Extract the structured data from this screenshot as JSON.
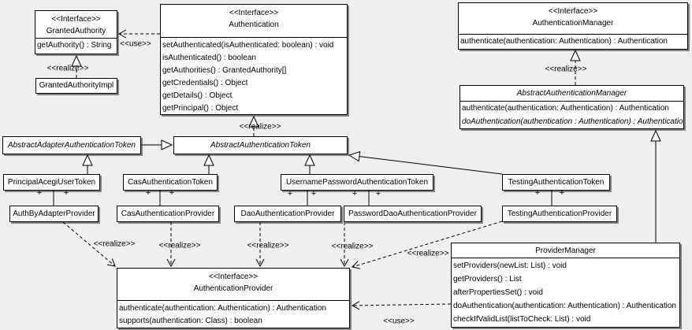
{
  "edge_labels": {
    "use": "<<use>>",
    "realize": "<<realize>>"
  },
  "symbols": {
    "plus": "+"
  },
  "classes": {
    "granted_authority": {
      "stereotype": "<<Interface>>",
      "name": "GrantedAuthority",
      "methods": [
        "getAuthority() : String"
      ]
    },
    "granted_authority_impl": {
      "name": "GrantedAuthorityImpl"
    },
    "authentication": {
      "stereotype": "<<Interface>>",
      "name": "Authentication",
      "methods": [
        "setAuthenticated(isAuthenticated: boolean) : void",
        "isAuthenticated() : boolean",
        "getAuthorities() : GrantedAuthority[]",
        "getCredentials() : Object",
        "getDetails() : Object",
        "getPrincipal() : Object"
      ]
    },
    "authentication_manager": {
      "stereotype": "<<Interface>>",
      "name": "AuthenticationManager",
      "methods": [
        "authenticate(authentication: Authentication) : Authentication"
      ]
    },
    "abstract_authentication_manager": {
      "name": "AbstractAuthenticationManager",
      "methods": [
        "authenticate(authentication: Authentication) : Authentication",
        "doAuthentication(authentication : Authentication) : Authentication"
      ]
    },
    "abstract_adapter_authentication_token": {
      "name": "AbstractAdapterAuthenticationToken"
    },
    "abstract_authentication_token": {
      "name": "AbstractAuthenticationToken"
    },
    "principal_acegi_user_token": {
      "name": "PrincipalAcegiUserToken"
    },
    "cas_authentication_token": {
      "name": "CasAuthenticationToken"
    },
    "username_password_authentication_token": {
      "name": "UsernamePasswordAuthenticationToken"
    },
    "testing_authentication_token": {
      "name": "TestingAuthenticationToken"
    },
    "auth_by_adapter_provider": {
      "name": "AuthByAdapterProvider"
    },
    "cas_authentication_provider": {
      "name": "CasAuthenticationProvider"
    },
    "dao_authentication_provider": {
      "name": "DaoAuthenticationProvider"
    },
    "password_dao_authentication_provider": {
      "name": "PasswordDaoAuthenticationProvider"
    },
    "testing_authentication_provider": {
      "name": "TestingAuthenticationProvider"
    },
    "authentication_provider": {
      "stereotype": "<<Interface>>",
      "name": "AuthenticationProvider",
      "methods": [
        "authenticate(authentication: Authentication) : Authentication",
        "supports(authentication: Class) : boolean"
      ]
    },
    "provider_manager": {
      "name": "ProviderManager",
      "methods": [
        "setProviders(newList: List) : void",
        "getProviders() : List",
        "afterPropertiesSet() : void",
        "doAuthentication(authentication: Authentication) : Authentication",
        "checkIfValidList(listToCheck: List) : void"
      ]
    }
  },
  "relationships": [
    {
      "from": "Authentication",
      "to": "GrantedAuthority",
      "type": "use"
    },
    {
      "from": "GrantedAuthorityImpl",
      "to": "GrantedAuthority",
      "type": "realize"
    },
    {
      "from": "AbstractAuthenticationToken",
      "to": "Authentication",
      "type": "realize"
    },
    {
      "from": "AbstractAuthenticationManager",
      "to": "AuthenticationManager",
      "type": "realize"
    },
    {
      "from": "AbstractAdapterAuthenticationToken",
      "to": "AbstractAuthenticationToken",
      "type": "generalization"
    },
    {
      "from": "PrincipalAcegiUserToken",
      "to": "AbstractAdapterAuthenticationToken",
      "type": "generalization"
    },
    {
      "from": "CasAuthenticationToken",
      "to": "AbstractAuthenticationToken",
      "type": "generalization"
    },
    {
      "from": "UsernamePasswordAuthenticationToken",
      "to": "AbstractAuthenticationToken",
      "type": "generalization"
    },
    {
      "from": "TestingAuthenticationToken",
      "to": "AbstractAuthenticationToken",
      "type": "generalization"
    },
    {
      "from": "ProviderManager",
      "to": "AbstractAuthenticationManager",
      "type": "generalization"
    },
    {
      "from": "PrincipalAcegiUserToken",
      "to": "AuthByAdapterProvider",
      "type": "association"
    },
    {
      "from": "CasAuthenticationToken",
      "to": "CasAuthenticationProvider",
      "type": "association"
    },
    {
      "from": "UsernamePasswordAuthenticationToken",
      "to": "DaoAuthenticationProvider",
      "type": "association"
    },
    {
      "from": "UsernamePasswordAuthenticationToken",
      "to": "PasswordDaoAuthenticationProvider",
      "type": "association"
    },
    {
      "from": "TestingAuthenticationToken",
      "to": "TestingAuthenticationProvider",
      "type": "association"
    },
    {
      "from": "AuthByAdapterProvider",
      "to": "AuthenticationProvider",
      "type": "realize"
    },
    {
      "from": "CasAuthenticationProvider",
      "to": "AuthenticationProvider",
      "type": "realize"
    },
    {
      "from": "DaoAuthenticationProvider",
      "to": "AuthenticationProvider",
      "type": "realize"
    },
    {
      "from": "PasswordDaoAuthenticationProvider",
      "to": "AuthenticationProvider",
      "type": "realize"
    },
    {
      "from": "TestingAuthenticationProvider",
      "to": "AuthenticationProvider",
      "type": "realize"
    },
    {
      "from": "ProviderManager",
      "to": "AuthenticationProvider",
      "type": "use"
    }
  ],
  "colors": {
    "background": "#efefef",
    "box_fill": "#ffffff",
    "line": "#000000"
  }
}
